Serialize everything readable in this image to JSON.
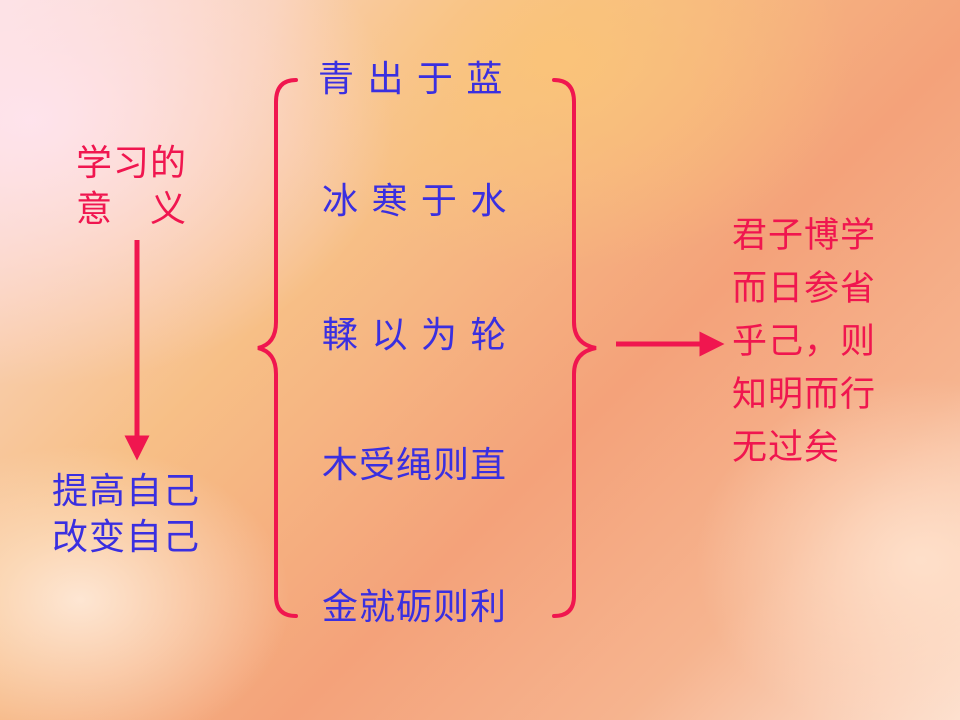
{
  "left": {
    "topLine1": "学习的",
    "topLine2": "意　义",
    "bottomLine1": "提高自己",
    "bottomLine2": "改变自己"
  },
  "list": {
    "items": [
      "青 出 于 蓝",
      "冰 寒 于 水",
      "輮 以 为 轮",
      "木受绳则直",
      "金就砺则利"
    ]
  },
  "right": {
    "lines": [
      "君子博学",
      "而日参省",
      "乎己，则",
      "知明而行",
      "无过矣"
    ]
  },
  "colors": {
    "red": "#f0164f",
    "blue": "#3a2fe0"
  }
}
